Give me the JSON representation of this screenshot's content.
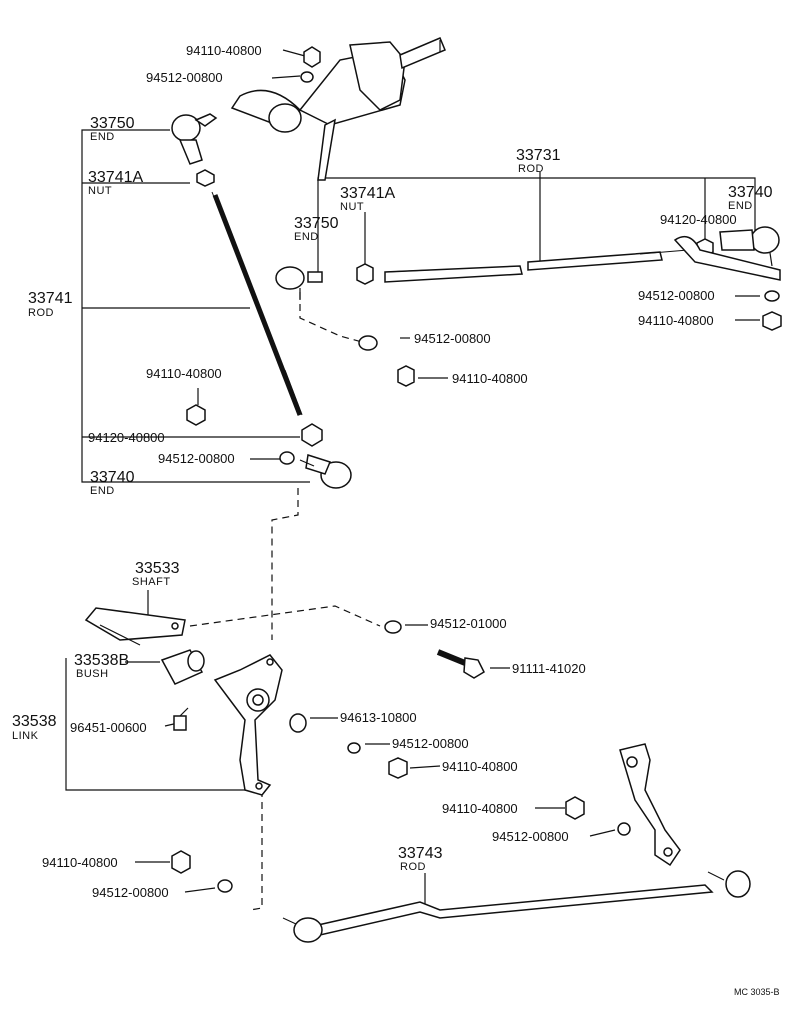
{
  "parts": {
    "p1": {
      "number": "94110-40800"
    },
    "p2": {
      "number": "94512-00800"
    },
    "p3": {
      "number": "33750",
      "desc": "END"
    },
    "p4": {
      "number": "33741A",
      "desc": "NUT"
    },
    "p5": {
      "number": "33731",
      "desc": "ROD"
    },
    "p6": {
      "number": "33741A",
      "desc": "NUT"
    },
    "p7": {
      "number": "33750",
      "desc": "END"
    },
    "p8": {
      "number": "33740",
      "desc": "END"
    },
    "p9": {
      "number": "94120-40800"
    },
    "p10": {
      "number": "94512-00800"
    },
    "p11": {
      "number": "94110-40800"
    },
    "p12": {
      "number": "33741",
      "desc": "ROD"
    },
    "p13": {
      "number": "94512-00800"
    },
    "p14": {
      "number": "94110-40800"
    },
    "p15": {
      "number": "94110-40800"
    },
    "p16": {
      "number": "94120-40800"
    },
    "p17": {
      "number": "94512-00800"
    },
    "p18": {
      "number": "33740",
      "desc": "END"
    },
    "p19": {
      "number": "33533",
      "desc": "SHAFT"
    },
    "p20": {
      "number": "94512-01000"
    },
    "p21": {
      "number": "33538B",
      "desc": "BUSH"
    },
    "p22": {
      "number": "91111-41020"
    },
    "p23": {
      "number": "33538",
      "desc": "LINK"
    },
    "p24": {
      "number": "96451-00600"
    },
    "p25": {
      "number": "94613-10800"
    },
    "p26": {
      "number": "94512-00800"
    },
    "p27": {
      "number": "94110-40800"
    },
    "p28": {
      "number": "94110-40800"
    },
    "p29": {
      "number": "94512-00800"
    },
    "p30": {
      "number": "33743",
      "desc": "ROD"
    },
    "p31": {
      "number": "94110-40800"
    },
    "p32": {
      "number": "94512-00800"
    }
  },
  "figure_code": "MC 3035-B"
}
